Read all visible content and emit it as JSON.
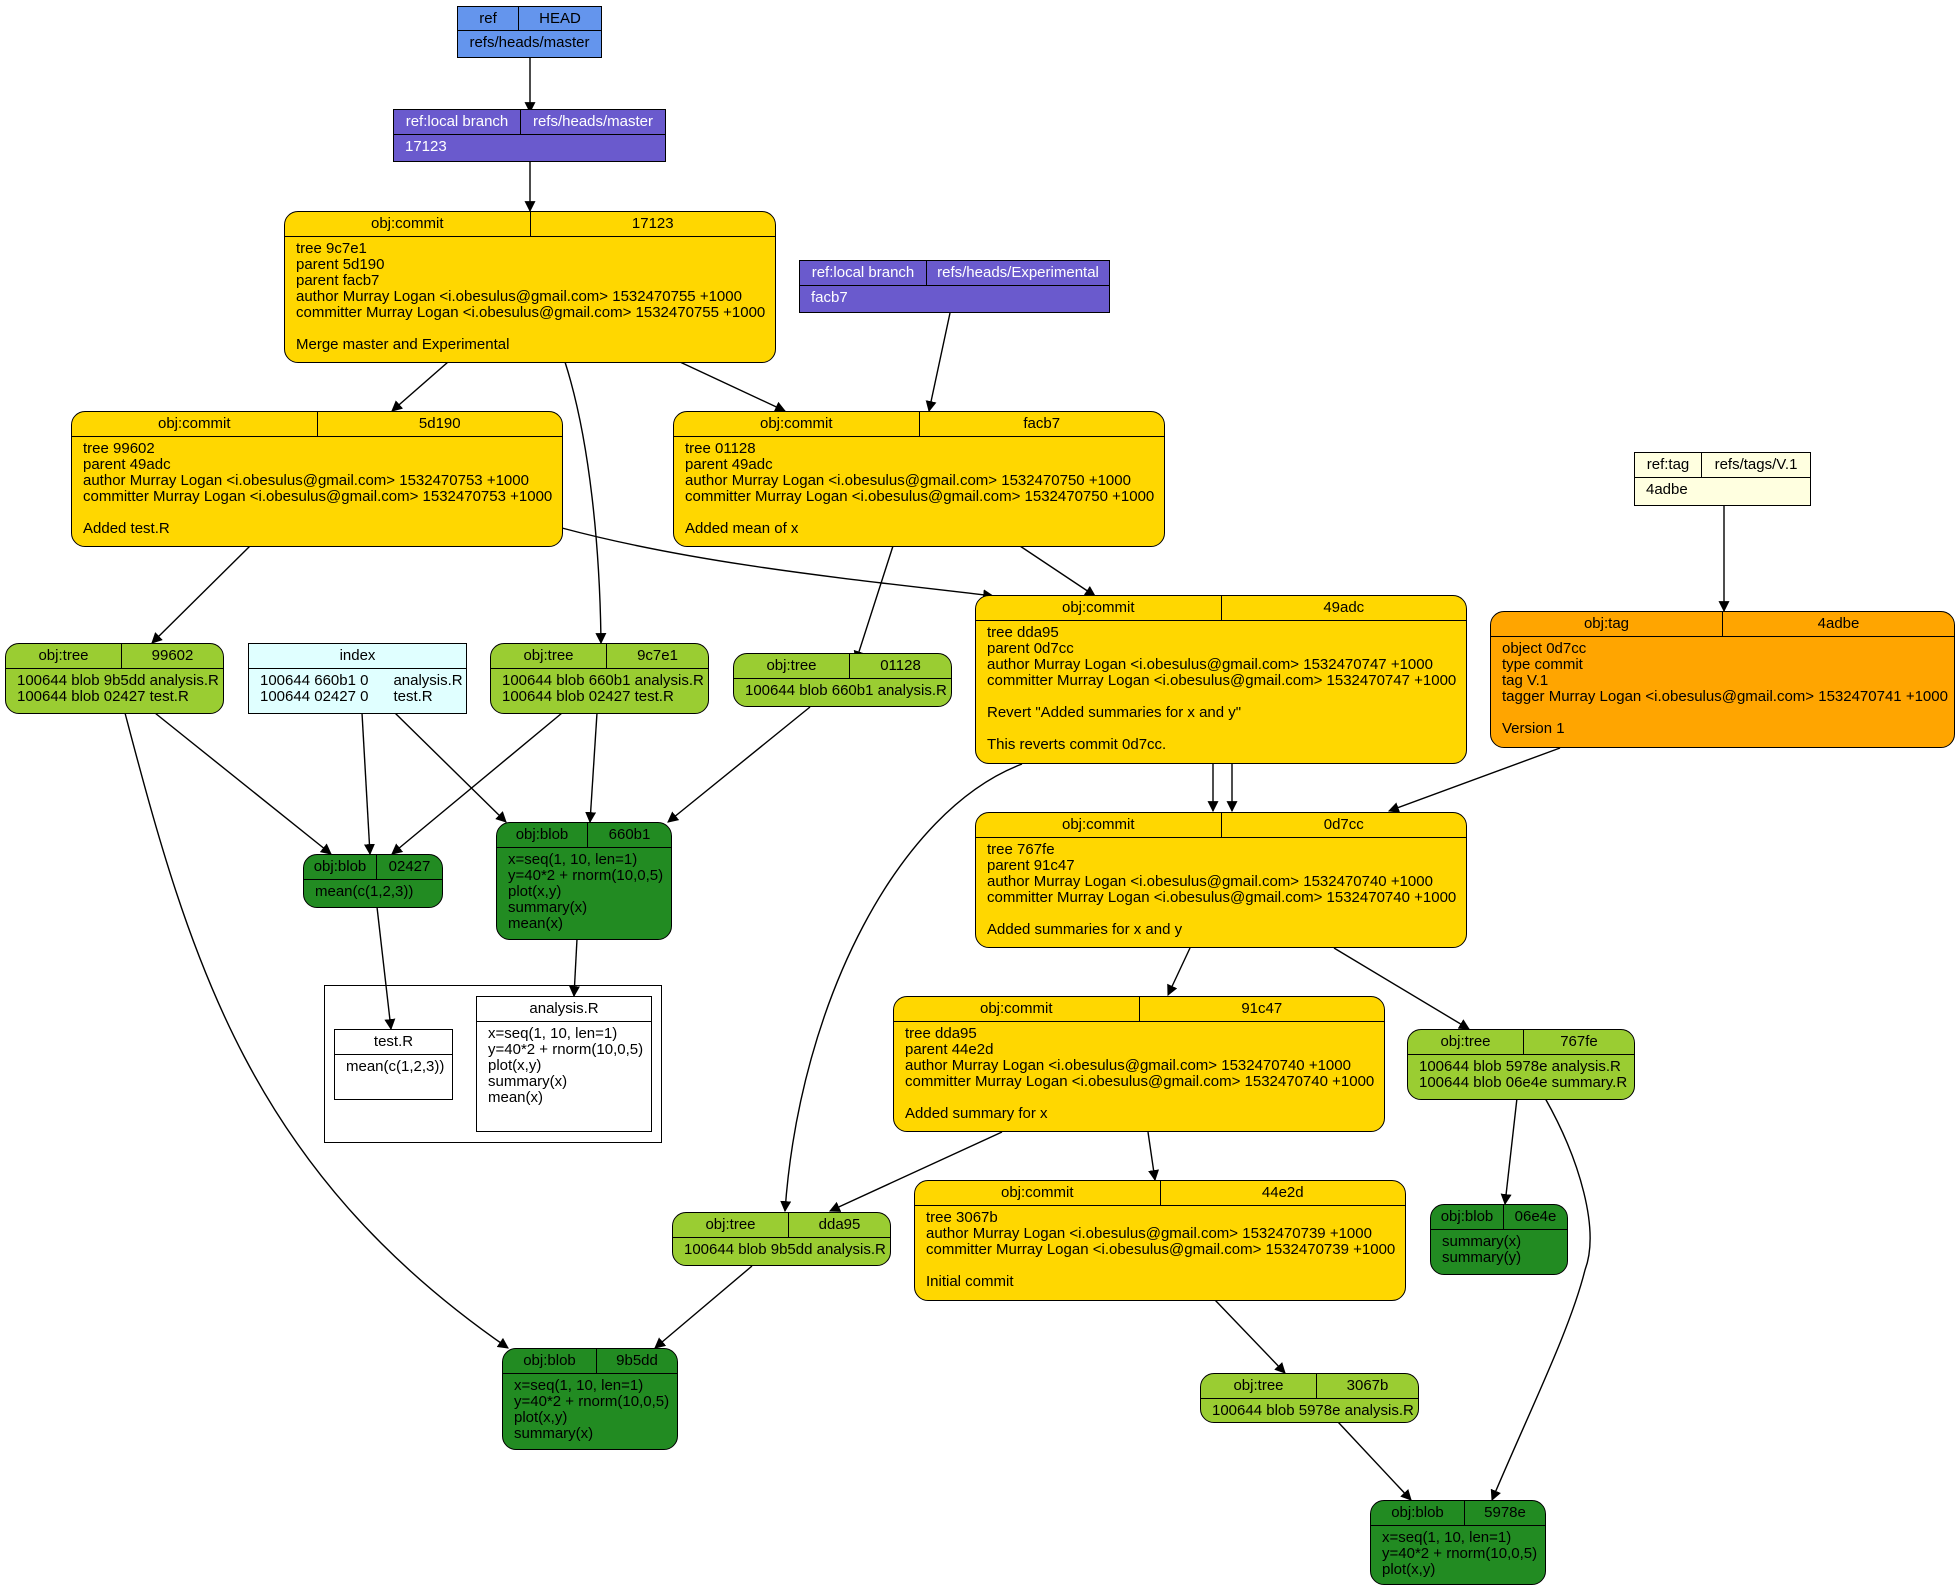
{
  "colors": {
    "ref": "#6495ed",
    "branch": "#6a5acd",
    "commit": "#ffd700",
    "tree": "#9acd32",
    "blob": "#228b22",
    "tag": "#ffa500",
    "tag_ref": "#ffffe0",
    "index": "#e0ffff",
    "file": "#ffffff"
  },
  "nodes": {
    "head": {
      "left": "ref",
      "right": "HEAD",
      "body": "refs/heads/master"
    },
    "master": {
      "left": "ref:local branch",
      "right": "refs/heads/master",
      "body": "17123"
    },
    "experimental": {
      "left": "ref:local branch",
      "right": "refs/heads/Experimental",
      "body": "facb7"
    },
    "tag_ref": {
      "left": "ref:tag",
      "right": "refs/tags/V.1",
      "body": "4adbe"
    },
    "c17123": {
      "left": "obj:commit",
      "right": "17123",
      "body": "tree 9c7e1\nparent 5d190\nparent facb7\nauthor Murray Logan <i.obesulus@gmail.com> 1532470755 +1000\ncommitter Murray Logan <i.obesulus@gmail.com> 1532470755 +1000\n\nMerge master and Experimental"
    },
    "c5d190": {
      "left": "obj:commit",
      "right": "5d190",
      "body": "tree 99602\nparent 49adc\nauthor Murray Logan <i.obesulus@gmail.com> 1532470753 +1000\ncommitter Murray Logan <i.obesulus@gmail.com> 1532470753 +1000\n\nAdded test.R"
    },
    "cfacb7": {
      "left": "obj:commit",
      "right": "facb7",
      "body": "tree 01128\nparent 49adc\nauthor Murray Logan <i.obesulus@gmail.com> 1532470750 +1000\ncommitter Murray Logan <i.obesulus@gmail.com> 1532470750 +1000\n\nAdded mean of x"
    },
    "c49adc": {
      "left": "obj:commit",
      "right": "49adc",
      "body": "tree dda95\nparent 0d7cc\nauthor Murray Logan <i.obesulus@gmail.com> 1532470747 +1000\ncommitter Murray Logan <i.obesulus@gmail.com> 1532470747 +1000\n\nRevert \"Added summaries for x and y\"\n\nThis reverts commit 0d7cc."
    },
    "tag4adbe": {
      "left": "obj:tag",
      "right": "4adbe",
      "body": "object 0d7cc\ntype commit\ntag V.1\ntagger Murray Logan <i.obesulus@gmail.com> 1532470741 +1000\n\nVersion 1"
    },
    "c0d7cc": {
      "left": "obj:commit",
      "right": "0d7cc",
      "body": "tree 767fe\nparent 91c47\nauthor Murray Logan <i.obesulus@gmail.com> 1532470740 +1000\ncommitter Murray Logan <i.obesulus@gmail.com> 1532470740 +1000\n\nAdded summaries for x and y"
    },
    "c91c47": {
      "left": "obj:commit",
      "right": "91c47",
      "body": "tree dda95\nparent 44e2d\nauthor Murray Logan <i.obesulus@gmail.com> 1532470740 +1000\ncommitter Murray Logan <i.obesulus@gmail.com> 1532470740 +1000\n\nAdded summary for x"
    },
    "c44e2d": {
      "left": "obj:commit",
      "right": "44e2d",
      "body": "tree 3067b\nauthor Murray Logan <i.obesulus@gmail.com> 1532470739 +1000\ncommitter Murray Logan <i.obesulus@gmail.com> 1532470739 +1000\n\nInitial commit"
    },
    "t99602": {
      "left": "obj:tree",
      "right": "99602",
      "body": "100644 blob 9b5dd analysis.R\n100644 blob 02427 test.R"
    },
    "index": {
      "title": "index",
      "body": "100644 660b1 0      analysis.R\n100644 02427 0      test.R"
    },
    "t9c7e1": {
      "left": "obj:tree",
      "right": "9c7e1",
      "body": "100644 blob 660b1 analysis.R\n100644 blob 02427 test.R"
    },
    "t01128": {
      "left": "obj:tree",
      "right": "01128",
      "body": "100644 blob 660b1 analysis.R"
    },
    "b02427": {
      "left": "obj:blob",
      "right": "02427",
      "body": "mean(c(1,2,3))"
    },
    "b660b1": {
      "left": "obj:blob",
      "right": "660b1",
      "body": "x=seq(1, 10, len=1)\ny=40*2 + rnorm(10,0,5)\nplot(x,y)\nsummary(x)\nmean(x)"
    },
    "f_test": {
      "title": "test.R",
      "body": "mean(c(1,2,3))"
    },
    "f_analysis": {
      "title": "analysis.R",
      "body": "x=seq(1, 10, len=1)\ny=40*2 + rnorm(10,0,5)\nplot(x,y)\nsummary(x)\nmean(x)"
    },
    "t767fe": {
      "left": "obj:tree",
      "right": "767fe",
      "body": "100644 blob 5978e analysis.R\n100644 blob 06e4e summary.R"
    },
    "b06e4e": {
      "left": "obj:blob",
      "right": "06e4e",
      "body": "summary(x)\nsummary(y)"
    },
    "tdda95": {
      "left": "obj:tree",
      "right": "dda95",
      "body": "100644 blob 9b5dd analysis.R"
    },
    "t3067b": {
      "left": "obj:tree",
      "right": "3067b",
      "body": "100644 blob 5978e analysis.R"
    },
    "b9b5dd": {
      "left": "obj:blob",
      "right": "9b5dd",
      "body": "x=seq(1, 10, len=1)\ny=40*2 + rnorm(10,0,5)\nplot(x,y)\nsummary(x)"
    },
    "b5978e": {
      "left": "obj:blob",
      "right": "5978e",
      "body": "x=seq(1, 10, len=1)\ny=40*2 + rnorm(10,0,5)\nplot(x,y)"
    }
  }
}
